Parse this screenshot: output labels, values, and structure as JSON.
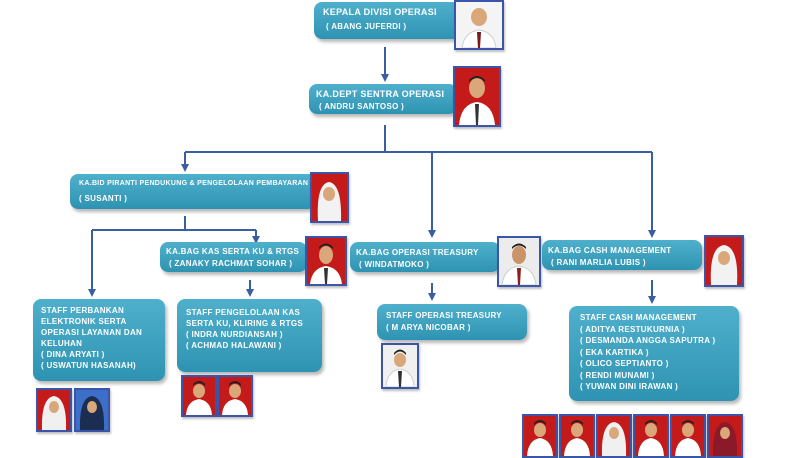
{
  "nodes": {
    "kepala": {
      "title": "KEPALA DIVISI OPERASI",
      "name": "( ABANG JUFERDI )"
    },
    "kadept": {
      "title": "KA.DEPT SENTRA OPERASI",
      "name": "( ANDRU SANTOSO )"
    },
    "kabid": {
      "title": "KA.BID PIRANTI PENDUKUNG & PENGELOLAAN PEMBAYARAN",
      "name": "( SUSANTI )"
    },
    "kabag_kas": {
      "title": "KA.BAG KAS SERTA KU & RTGS",
      "name": "( ZANAKY RACHMAT SOHAR )"
    },
    "kabag_treasury": {
      "title": "KA.BAG OPERASI TREASURY",
      "name": "( WINDATMOKO )"
    },
    "kabag_cash": {
      "title": "KA.BAG CASH MANAGEMENT",
      "name": "( RANI MARLIA LUBIS )"
    }
  },
  "staff": {
    "perbankan": {
      "title": "STAFF PERBANKAN ELEKTRONIK SERTA OPERASI LAYANAN DAN KELUHAN",
      "names": [
        "( DINA ARYATI )",
        "( USWATUN HASANAH)"
      ]
    },
    "pengelolaan": {
      "title": "STAFF PENGELOLAAN KAS SERTA KU, KLIRING & RTGS",
      "names": [
        "( INDRA NURDIANSAH )",
        "( ACHMAD HALAWANI )"
      ]
    },
    "treasury": {
      "title": "STAFF OPERASI TREASURY",
      "names": [
        "( M ARYA NICOBAR )"
      ]
    },
    "cash": {
      "title": "STAFF CASH MANAGEMENT",
      "names": [
        "( ADITYA RESTUKURNIA )",
        "( DESMANDA ANGGA SAPUTRA )",
        "( EKA KARTIKA )",
        "( OLICO SEPTIANTO )",
        "( RENDI MUNAMI )",
        "( YUWAN DINI IRAWAN )"
      ]
    }
  },
  "colors": {
    "box": "#3aa3c2",
    "line": "#3a5fa0",
    "frame": "#3b55a8"
  }
}
